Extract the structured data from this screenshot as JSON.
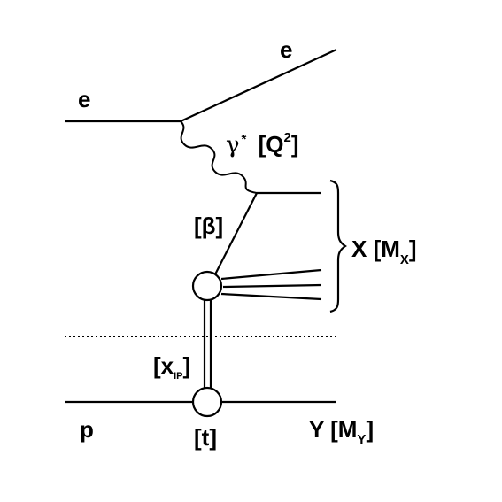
{
  "labels": {
    "electron_in": "e",
    "electron_out": "e",
    "photon_symbol": "γ",
    "photon_star": "*",
    "photon_q_open": "[Q",
    "photon_q_sup": "2",
    "photon_q_close": "]",
    "beta": "[β]",
    "x_main": "X [M",
    "x_sub": "X",
    "x_close": "]",
    "xpom_open": "[x",
    "xpom_sub": "IP",
    "xpom_close": "]",
    "proton": "p",
    "t": "[t]",
    "y_main": "Y [M",
    "y_sub": "Y",
    "y_close": "]"
  },
  "colors": {
    "line": "#000000",
    "background": "#ffffff"
  }
}
